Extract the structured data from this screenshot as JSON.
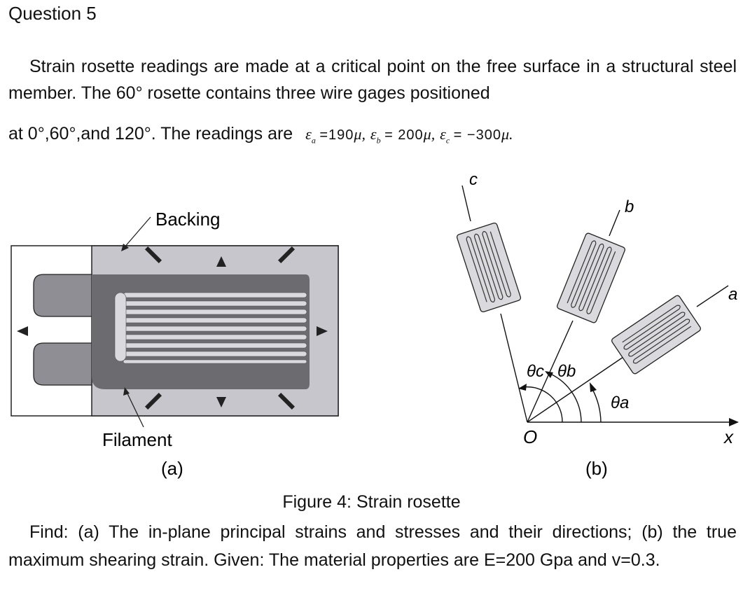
{
  "question": {
    "title": "Question 5"
  },
  "intro": {
    "line1": "Strain rosette readings are made at a critical point on the free surface in a structural steel member. The 60° rosette contains three wire gages positioned",
    "line2_prefix": "at 0°,60°,and 120°. The readings are",
    "readings": {
      "a": {
        "symbol": "ε",
        "sub": "a",
        "value": "=190",
        "unit": "μ"
      },
      "b": {
        "symbol": "ε",
        "sub": "b",
        "value": "= 200",
        "unit": "μ"
      },
      "c": {
        "symbol": "ε",
        "sub": "c",
        "value": "= −300",
        "unit": "μ"
      }
    }
  },
  "figure_a": {
    "backing_label": "Backing",
    "filament_label": "Filament",
    "sub_caption": "(a)"
  },
  "figure_b": {
    "axis_labels": {
      "a": "a",
      "b": "b",
      "c": "c",
      "x": "x",
      "origin": "O"
    },
    "angle_labels": {
      "theta_a": "θa",
      "theta_b": "θb",
      "theta_c": "θc"
    },
    "sub_caption": "(b)"
  },
  "caption": "Figure 4: Strain rosette",
  "find": "Find: (a) The in-plane principal strains and stresses and their directions; (b) the true maximum shearing strain. Given: The material properties are E=200 Gpa and v=0.3."
}
